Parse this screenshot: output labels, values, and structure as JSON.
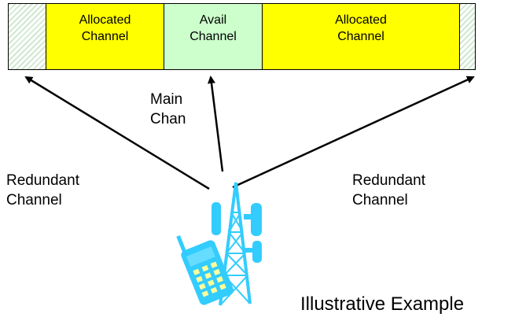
{
  "spectrum": {
    "segments": [
      {
        "kind": "redundant",
        "label": ""
      },
      {
        "kind": "allocated",
        "label": "Allocated\nChannel"
      },
      {
        "kind": "available",
        "label": "Avail\nChannel"
      },
      {
        "kind": "allocated",
        "label": "Allocated\nChannel"
      },
      {
        "kind": "redundant",
        "label": ""
      }
    ]
  },
  "labels": {
    "main": "Main\nChan",
    "redundant_left": "Redundant\nChannel",
    "redundant_right": "Redundant\nChannel",
    "caption": "Illustrative Example"
  },
  "colors": {
    "allocated": "#ffff00",
    "available": "#ccffcc",
    "redundant_hatch": "#cfe8cf",
    "tower": "#33ccff",
    "phone_keys": "#ffff99"
  },
  "icons": [
    "cell-tower-icon",
    "mobile-phone-icon"
  ]
}
